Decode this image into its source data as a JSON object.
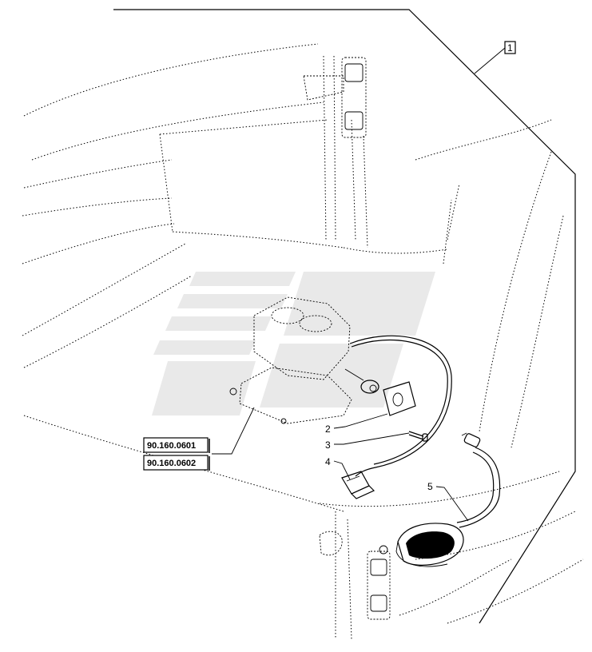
{
  "assembly_label": "1",
  "callouts": [
    {
      "id": "2",
      "label": "2"
    },
    {
      "id": "3",
      "label": "3"
    },
    {
      "id": "4",
      "label": "4"
    },
    {
      "id": "5",
      "label": "5"
    }
  ],
  "references": [
    {
      "code": "90.160.0601"
    },
    {
      "code": "90.160.0602"
    }
  ],
  "colors": {
    "line": "#000000",
    "background": "#ffffff",
    "watermark": "#bfbfbf"
  }
}
